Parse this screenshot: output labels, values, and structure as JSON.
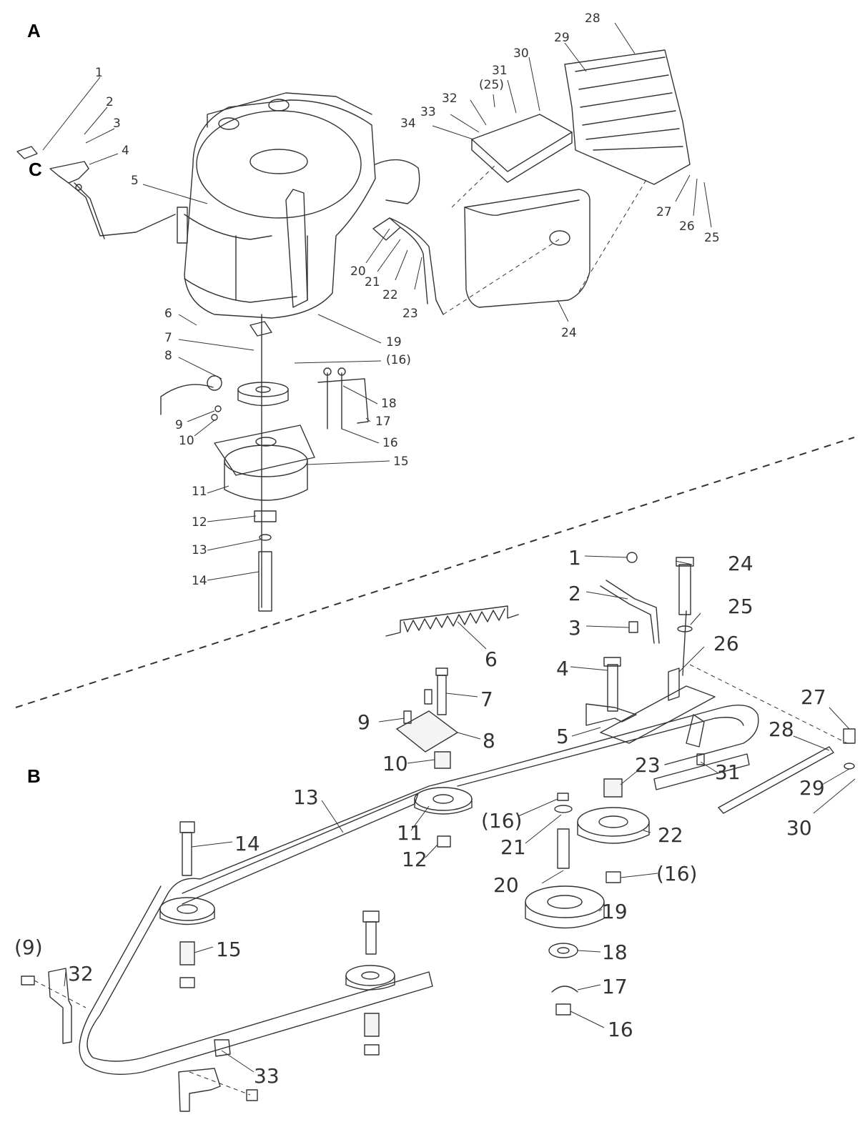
{
  "section_labels": [
    "A",
    "B",
    "C"
  ],
  "callouts_upper": [
    "1",
    "2",
    "3",
    "4",
    "5",
    "6",
    "7",
    "8",
    "9",
    "10",
    "11",
    "12",
    "13",
    "14",
    "15",
    "16",
    "(16)",
    "17",
    "18",
    "19",
    "20",
    "21",
    "22",
    "23",
    "24",
    "25",
    "(25)",
    "26",
    "27",
    "28",
    "29",
    "30",
    "31",
    "32",
    "33",
    "34"
  ],
  "callouts_lower": [
    "1",
    "2",
    "3",
    "4",
    "5",
    "6",
    "7",
    "8",
    "9",
    "(9)",
    "10",
    "11",
    "12",
    "13",
    "14",
    "15",
    "16",
    "(16)",
    "(16)",
    "17",
    "18",
    "19",
    "20",
    "21",
    "22",
    "23",
    "24",
    "25",
    "26",
    "27",
    "28",
    "29",
    "30",
    "31",
    "32",
    "33"
  ]
}
